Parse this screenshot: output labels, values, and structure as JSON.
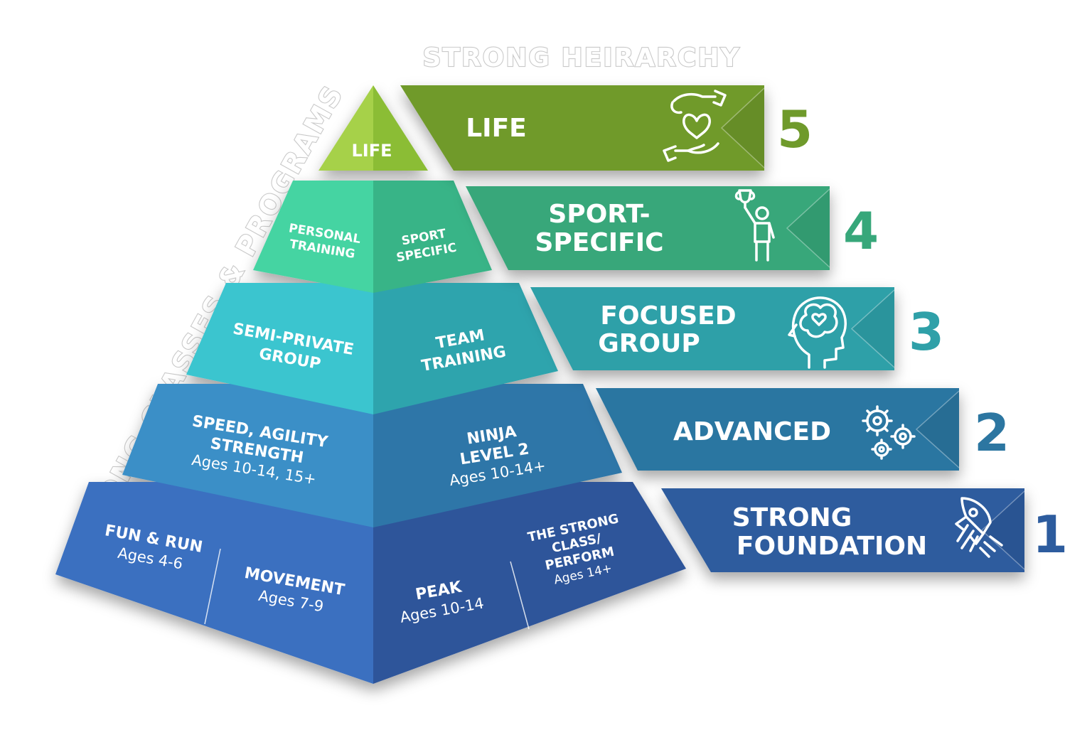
{
  "header_title": "STRONG HEIRARCHY",
  "side_title": "STRONG CLASSES & PROGRAMS",
  "pyramid": {
    "tier5": {
      "label": "LIFE"
    },
    "tier4": {
      "left": [
        "PERSONAL",
        "TRAINING"
      ],
      "right": [
        "SPORT",
        "SPECIFIC"
      ]
    },
    "tier3": {
      "left": [
        "SEMI-PRIVATE",
        "GROUP"
      ],
      "right": [
        "TEAM",
        "TRAINING"
      ]
    },
    "tier2": {
      "left": [
        "SPEED, AGILITY",
        "STRENGTH"
      ],
      "left_ages": "Ages 10-14, 15+",
      "right": [
        "NINJA",
        "LEVEL 2"
      ],
      "right_ages": "Ages 10-14+"
    },
    "tier1": {
      "a": "FUN & RUN",
      "a_ages": "Ages 4-6",
      "b": "MOVEMENT",
      "b_ages": "Ages 7-9",
      "c": "PEAK",
      "c_ages": "Ages 10-14",
      "d": [
        "THE STRONG",
        "CLASS/",
        "PERFORM"
      ],
      "d_ages": "Ages 14+"
    }
  },
  "levels": [
    {
      "number": "5",
      "label": [
        "LIFE"
      ],
      "icon": "caring-hands-heart-icon",
      "color": "#6f9a2b",
      "dark": "#5e8424"
    },
    {
      "number": "4",
      "label": [
        "SPORT-",
        "SPECIFIC"
      ],
      "icon": "trophy-winner-icon",
      "color": "#37a77a",
      "dark": "#2e9068"
    },
    {
      "number": "3",
      "label": [
        "FOCUSED",
        "GROUP"
      ],
      "icon": "brain-head-icon",
      "color": "#2fa0a8",
      "dark": "#288a91"
    },
    {
      "number": "2",
      "label": [
        "ADVANCED"
      ],
      "icon": "gears-icon",
      "color": "#2c76a1",
      "dark": "#25668b"
    },
    {
      "number": "1",
      "label": [
        "STRONG",
        "FOUNDATION"
      ],
      "icon": "rocket-icon",
      "color": "#2d5c9e",
      "dark": "#264f88"
    }
  ],
  "colors": {
    "tier5_light": "#a6d14a",
    "tier5_dark": "#8bbd36",
    "tier4_light": "#45d4a2",
    "tier4_dark": "#39b487",
    "tier3_light": "#3ac5cf",
    "tier3_dark": "#2ea4ad",
    "tier2_light": "#3b8fc7",
    "tier2_dark": "#2f76a8",
    "tier1_light": "#3a6fc0",
    "tier1_dark": "#2e559a"
  }
}
